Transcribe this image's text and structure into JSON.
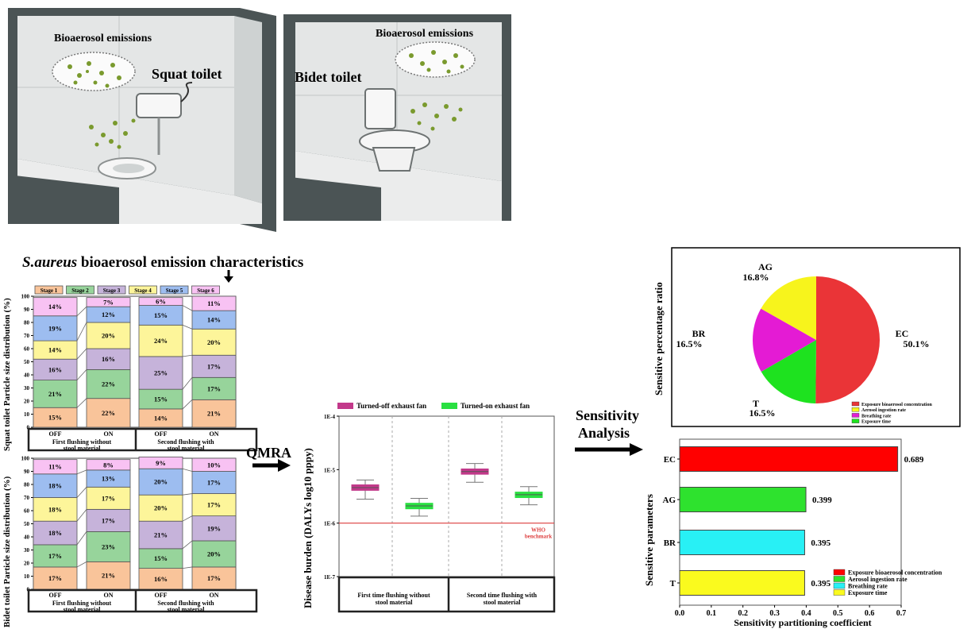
{
  "rooms": {
    "squat": {
      "emission_label": "Bioaerosol emissions",
      "title": "Squat toilet"
    },
    "bidet": {
      "emission_label": "Bioaerosol emissions",
      "title": "Bidet toilet"
    }
  },
  "section_title_italic": "S.aureus",
  "section_title_rest": " bioaerosol emission characteristics",
  "flow": {
    "qmra": "QMRA",
    "sensitivity_line1": "Sensitivity",
    "sensitivity_line2": "Analysis"
  },
  "stage_legend": [
    "Stage 1",
    "Stage 2",
    "Stage 3",
    "Stage 4",
    "Stage 5",
    "Stage 6"
  ],
  "colors": {
    "stages": [
      "#f9c49a",
      "#97d49b",
      "#c6b3da",
      "#fdf59a",
      "#9dbdf0",
      "#f8c2f3"
    ],
    "stage_stroke": "#555555",
    "turned_off": "#c2398a",
    "turned_on": "#29e041",
    "who_line": "#dd3b3b",
    "room_wall": "#4b5455"
  },
  "stacked": {
    "y_ticks": [
      "0",
      "10",
      "20",
      "30",
      "40",
      "50",
      "60",
      "70",
      "80",
      "90",
      "100"
    ],
    "columns": [
      "OFF",
      "ON",
      "OFF",
      "ON"
    ],
    "groups": [
      "First flushing without\nstool material",
      "Second flushing with\nstool material"
    ],
    "squat_ylabel": "Squat toilet Particle size distribution (%)",
    "bidet_ylabel": "Bidet toilet Particle size distribution (%)"
  },
  "chart_data": [
    {
      "type": "bar",
      "stacked": true,
      "title": "",
      "ylabel": "Squat toilet Particle size distribution (%)",
      "categories": [
        "First flushing without stool material OFF",
        "First flushing without stool material ON",
        "Second flushing with stool material OFF",
        "Second flushing with stool material ON"
      ],
      "series": [
        {
          "name": "Stage 1",
          "values": [
            15,
            22,
            14,
            21
          ]
        },
        {
          "name": "Stage 2",
          "values": [
            21,
            22,
            15,
            17
          ]
        },
        {
          "name": "Stage 3",
          "values": [
            16,
            16,
            25,
            17
          ]
        },
        {
          "name": "Stage 4",
          "values": [
            14,
            20,
            24,
            20
          ]
        },
        {
          "name": "Stage 5",
          "values": [
            19,
            12,
            15,
            14
          ]
        },
        {
          "name": "Stage 6",
          "values": [
            14,
            7,
            6,
            11
          ]
        }
      ],
      "ylim": [
        0,
        100
      ]
    },
    {
      "type": "bar",
      "stacked": true,
      "title": "",
      "ylabel": "Bidet toilet Particle size distribution (%)",
      "categories": [
        "First flushing without stool material OFF",
        "First flushing without stool material ON",
        "Second flushing with stool material OFF",
        "Second flushing with stool material ON"
      ],
      "series": [
        {
          "name": "Stage 1",
          "values": [
            17,
            21,
            16,
            17
          ]
        },
        {
          "name": "Stage 2",
          "values": [
            17,
            23,
            15,
            20
          ]
        },
        {
          "name": "Stage 3",
          "values": [
            18,
            17,
            21,
            19
          ]
        },
        {
          "name": "Stage 4",
          "values": [
            18,
            17,
            20,
            17
          ]
        },
        {
          "name": "Stage 5",
          "values": [
            18,
            13,
            20,
            17
          ]
        },
        {
          "name": "Stage 6",
          "values": [
            11,
            8,
            9,
            10
          ]
        }
      ],
      "ylim": [
        0,
        100
      ]
    },
    {
      "type": "box",
      "ylabel": "Disease burden (DALYs log10 pppy)",
      "yscale": "log",
      "ylim": [
        1e-07,
        0.0001
      ],
      "y_tick_labels": [
        "1E-7",
        "1E-6",
        "1E-5",
        "1E-4"
      ],
      "group_labels": [
        "First time flushing without\nstool material",
        "Second time flushing with\nstool material"
      ],
      "legend": [
        "Turned-off exhaust fan",
        "Turned-on exhaust fan"
      ],
      "reference_line": {
        "value": 1e-06,
        "label": "WHO\nbenchmark"
      },
      "boxes": [
        {
          "group": 0,
          "series": "Turned-off exhaust fan",
          "low": 2.8e-06,
          "q1": 4.1e-06,
          "median": 4.6e-06,
          "q3": 5.2e-06,
          "high": 6.4e-06
        },
        {
          "group": 0,
          "series": "Turned-on exhaust fan",
          "low": 1.35e-06,
          "q1": 1.85e-06,
          "median": 2.1e-06,
          "q3": 2.35e-06,
          "high": 2.9e-06
        },
        {
          "group": 1,
          "series": "Turned-off exhaust fan",
          "low": 5.8e-06,
          "q1": 8.2e-06,
          "median": 9.2e-06,
          "q3": 1.03e-05,
          "high": 1.3e-05
        },
        {
          "group": 1,
          "series": "Turned-on exhaust fan",
          "low": 2.2e-06,
          "q1": 3e-06,
          "median": 3.4e-06,
          "q3": 3.8e-06,
          "high": 4.8e-06
        }
      ]
    },
    {
      "type": "pie",
      "ylabel": "Sensitive percentage ratio",
      "slices": [
        {
          "label": "EC",
          "value": 50.1,
          "text": "50.1%",
          "color": "#ea3437"
        },
        {
          "label": "T",
          "value": 16.5,
          "text": "16.5%",
          "color": "#1ee21f"
        },
        {
          "label": "BR",
          "value": 16.5,
          "text": "16.5%",
          "color": "#e41bd4"
        },
        {
          "label": "AG",
          "value": 16.8,
          "text": "16.8%",
          "color": "#f7f41c"
        }
      ],
      "legend": [
        {
          "label": "Exposure bioaerosol concentration",
          "color": "#ea3437"
        },
        {
          "label": "Aerosol ingestion rate",
          "color": "#f7f41c"
        },
        {
          "label": "Breathing rate",
          "color": "#e41bd4"
        },
        {
          "label": "Exposure time",
          "color": "#1ee21f"
        }
      ]
    },
    {
      "type": "bar",
      "orientation": "horizontal",
      "xlabel": "Sensitivity partitioning coefficient",
      "ylabel": "Sensitive parameters",
      "categories": [
        "EC",
        "AG",
        "BR",
        "T"
      ],
      "values": [
        0.689,
        0.399,
        0.395,
        0.395
      ],
      "value_labels": [
        "0.689",
        "0.399",
        "0.395",
        "0.395"
      ],
      "colors": [
        "#ff0000",
        "#2ee22e",
        "#28f0f5",
        "#fafa1e"
      ],
      "xlim": [
        0,
        0.7
      ],
      "x_tick_labels": [
        "0.0",
        "0.1",
        "0.2",
        "0.3",
        "0.4",
        "0.5",
        "0.6",
        "0.7"
      ],
      "legend": [
        {
          "label": "Exposure bioaerosol concentration",
          "color": "#ff0000"
        },
        {
          "label": "Aerosol ingestion rate",
          "color": "#2ee22e"
        },
        {
          "label": "Breathing rate",
          "color": "#28f0f5"
        },
        {
          "label": "Exposure time",
          "color": "#fafa1e"
        }
      ]
    }
  ]
}
